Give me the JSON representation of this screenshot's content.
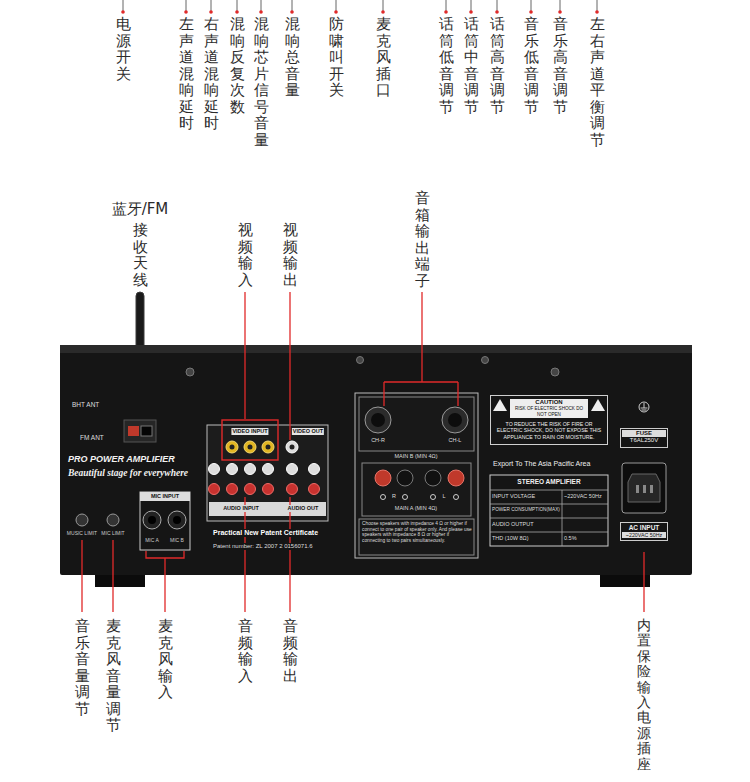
{
  "diagram": {
    "nodes": [
      {
        "text": [
          "CAUTION",
          "RISK OF ELECTRIC SHOCK DO NOT OPEN",
          "TO REDUCE THE RISK OF FIRE OR ELECTRIC SHOCK, DO NOT EXPOSE THIS APPLIANCE TO RAIN OR MOISTURE."
        ]
      },
      {
        "text": [
          "STEREO AMPLIFIER"
        ]
      },
      {
        "text": [
          "FUSE",
          "T6AL250V"
        ]
      },
      {
        "text": [
          "AC INPUT",
          "~220VAC 50Hz"
        ]
      }
    ],
    "labels": [
      "电源开关",
      "左声道混响延时",
      "右声道混响延时",
      "混响反复次数",
      "混响芯片信号音量",
      "混响总音量",
      "防啸叫开关",
      "麦克风插口",
      "话筒低音调节",
      "话筒中音调节",
      "话筒高音调节",
      "音乐低音调节",
      "音乐高音调节",
      "左右声道平衡调节",
      "蓝牙/FM",
      "接收天线",
      "视频输入",
      "视频输出",
      "音箱输出端子",
      "BHT ANT",
      "FM ANT",
      "VIDEO INPUT",
      "VIDEO OUT",
      "PRO POWER AMPLIFIER",
      "Beautiful stage for everywhere",
      "AUDIO INPUT",
      "AUDIO OUT",
      "MIC INPUT",
      "MUSIC LIMIT",
      "MIC LIMIT",
      "MIC A",
      "MIC B",
      "Practical New Patent Certificate",
      "Patent number: ZL 2007 2 0156071.6",
      "CH-R",
      "CH-L",
      "MAIN B (MIN 4Ω)",
      "R",
      "L",
      "MAIN A (MIN 4Ω)",
      "Choose speakers with impedance 4 Ω or higher if connect to one pair of speaker only. And please use speakers with impedance 8 Ω or higher if connecting to two pairs simultaneously.",
      "Export To The Asia Pacific Area",
      "INPUT VOLTAGE",
      "~220VAC 50Hz",
      "POWER CONSUMPTION(MAX)",
      "AUDIO OUTPUT",
      "THD (10W 8Ω)",
      "0.5%",
      "音乐音量调节",
      "麦克风音量调节",
      "麦克风输入",
      "音频输入",
      "音频输出",
      "内置保险输入电源插座"
    ]
  }
}
